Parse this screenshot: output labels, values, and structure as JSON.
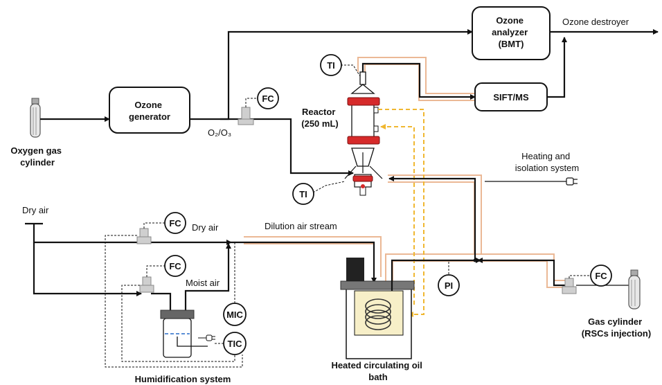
{
  "labels": {
    "oxygen_cylinder": [
      "Oxygen gas",
      "cylinder"
    ],
    "ozone_generator": [
      "Ozone",
      "generator"
    ],
    "o2o3": "O₂/O₃",
    "ozone_analyzer": [
      "Ozone",
      "analyzer",
      "(BMT)"
    ],
    "ozone_destroyer": "Ozone destroyer",
    "sift_ms": "SIFT/MS",
    "reactor": [
      "Reactor",
      "(250 mL)"
    ],
    "heating_isolation": [
      "Heating and",
      "isolation system"
    ],
    "dry_air_source": "Dry air",
    "dry_air_line": "Dry air",
    "moist_air": "Moist air",
    "dilution_air": "Dilution air stream",
    "humidification": "Humidification system",
    "oil_bath": [
      "Heated circulating oil",
      "bath"
    ],
    "gas_cylinder": [
      "Gas cylinder",
      "(RSCs injection)"
    ]
  },
  "instruments": {
    "fc_ozone": "FC",
    "ti_top": "TI",
    "ti_bottom": "TI",
    "fc_dry": "FC",
    "fc_moist": "FC",
    "mic": "MIC",
    "tic": "TIC",
    "pi": "PI",
    "fc_gas": "FC"
  },
  "colors": {
    "heating_line": "#e9b08a",
    "oil_loop": "#f0b730",
    "reactor_clamp": "#d62a2a",
    "water_level": "#5b8fd6",
    "bath_fill": "#f7efc8"
  }
}
